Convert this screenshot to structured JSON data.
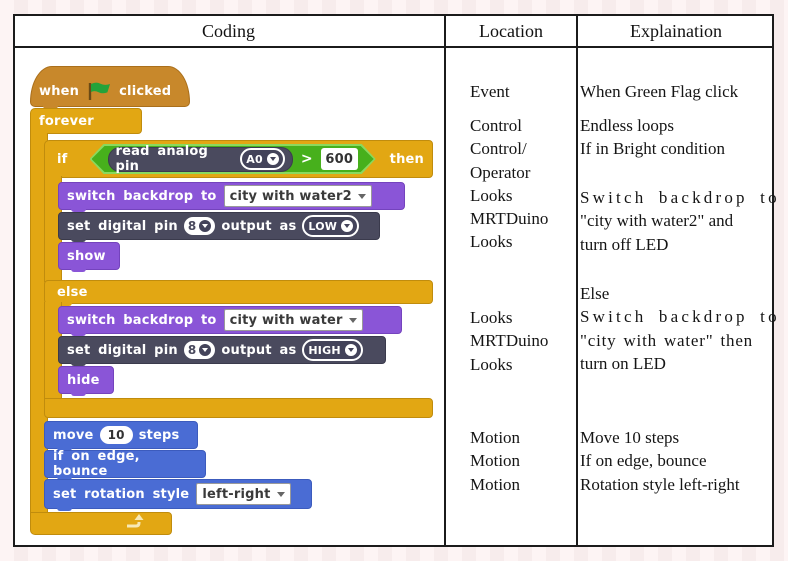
{
  "header": {
    "coding": "Coding",
    "location": "Location",
    "explanation": "Explaination"
  },
  "blocks": {
    "when_pre": "when",
    "when_post": "clicked",
    "forever": "forever",
    "if_label": "if",
    "then_label": "then",
    "else_label": "else",
    "read_analog": "read analog pin",
    "analog_pin": "A0",
    "operator": ">",
    "threshold": "600",
    "switch_backdrop": "switch backdrop to",
    "backdrop1": "city with water2",
    "backdrop2": "city with water",
    "set_digital_pre": "set digital pin",
    "digital_pin": "8",
    "set_digital_mid": "output as",
    "low": "LOW",
    "high": "HIGH",
    "show": "show",
    "hide": "hide",
    "move_pre": "move",
    "move_val": "10",
    "move_post": "steps",
    "bounce": "if on edge, bounce",
    "rotation_label": "set rotation style",
    "rotation_val": "left-right"
  },
  "location": {
    "g1": [
      "Event"
    ],
    "g2": [
      "Control",
      "Control/",
      "Operator",
      "Looks",
      "MRTDuino",
      "Looks"
    ],
    "g3": [
      "Looks",
      "MRTDuino",
      "Looks"
    ],
    "g4": [
      "Motion",
      "Motion",
      "Motion"
    ]
  },
  "explanation": {
    "g1": [
      "When Green Flag click"
    ],
    "g2": [
      "Endless loops",
      "If in Bright condition"
    ],
    "g3": [
      "Switch backdrop to",
      "\"city with water2\" and",
      "turn off LED"
    ],
    "g4": [
      "Else",
      "Switch backdrop to",
      "\"city with water\" then",
      "turn on LED"
    ],
    "g5": [
      "Move 10 steps",
      "If on edge, bounce",
      "Rotation style left-right"
    ]
  },
  "colors": {
    "events": "#c8882b",
    "control": "#e2a713",
    "looks": "#8a55d7",
    "mrtduino": "#4a4a5e",
    "operators": "#47b01c",
    "motion": "#4a6cd4",
    "flag_green": "#23a33a",
    "table_border": "#1b1b1b"
  }
}
